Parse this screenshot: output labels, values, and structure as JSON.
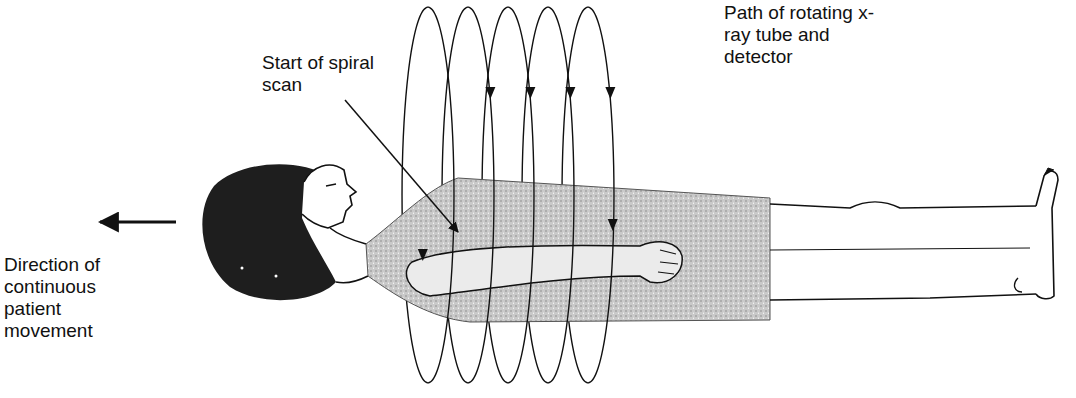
{
  "diagram": {
    "labels": [
      "Start of spiral scan",
      "Path of rotating x-ray tube and detector",
      "Direction of continuous patient movement"
    ]
  }
}
